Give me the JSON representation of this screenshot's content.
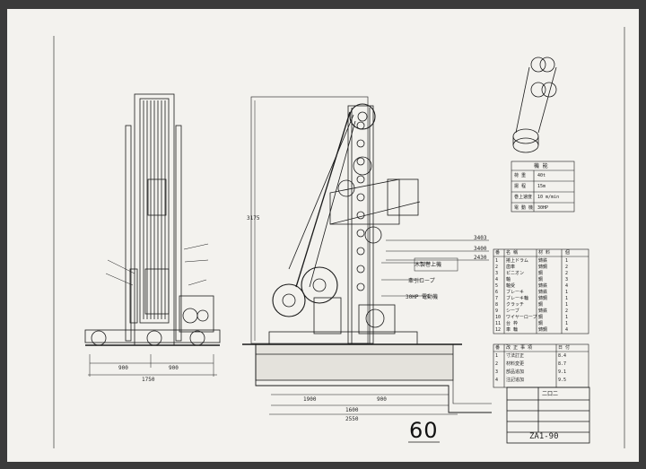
{
  "drawing": {
    "sheet_number": "60",
    "title_block_number": "ZA1-90",
    "title_block_sub": "二口二"
  },
  "dimensions": {
    "left_width": "1750",
    "left_a": "900",
    "left_b": "900",
    "right_total": "2550",
    "right_a": "1900",
    "right_b": "1600",
    "right_c": "900",
    "height": "3175",
    "level_a": "3403",
    "level_b": "3400",
    "level_c": "2430"
  },
  "callouts": {
    "winch": "木製巻上機",
    "rope": "牽引ロープ",
    "motor": "30HP 電動機"
  },
  "spec_table": {
    "title": "機 能",
    "rows": [
      [
        "荷  重",
        "40t"
      ],
      [
        "揚  程",
        "15m"
      ],
      [
        "巻上速度",
        "10 m/min"
      ],
      [
        "電 動 機",
        "30HP"
      ]
    ]
  },
  "parts_table": {
    "header": [
      "番",
      "名  稱",
      "材 料",
      "個"
    ],
    "rows": [
      [
        "1",
        "捲上ドラム",
        "鋳鉄",
        "1"
      ],
      [
        "2",
        "歯車",
        "鋳鋼",
        "2"
      ],
      [
        "3",
        "ピニオン",
        "鋼",
        "2"
      ],
      [
        "4",
        "軸",
        "鋼",
        "3"
      ],
      [
        "5",
        "軸受",
        "鋳鉄",
        "4"
      ],
      [
        "6",
        "ブレーキ",
        "鋳鉄",
        "1"
      ],
      [
        "7",
        "ブレーキ輪",
        "鋳鋼",
        "1"
      ],
      [
        "8",
        "クラッチ",
        "鋼",
        "1"
      ],
      [
        "9",
        "シーブ",
        "鋳鉄",
        "2"
      ],
      [
        "10",
        "ワイヤーロープ",
        "鋼",
        "1"
      ],
      [
        "11",
        "台  枠",
        "鋼",
        "1"
      ],
      [
        "12",
        "車  輪",
        "鋳鋼",
        "4"
      ]
    ]
  },
  "revision_table": {
    "header": [
      "番",
      "改 正 事 項",
      "日 付"
    ],
    "rows": [
      [
        "1",
        "寸法訂正",
        "8.4"
      ],
      [
        "2",
        "材料変更",
        "8.7"
      ],
      [
        "3",
        "部品追加",
        "9.1"
      ],
      [
        "4",
        "注記追加",
        "9.5"
      ]
    ]
  }
}
